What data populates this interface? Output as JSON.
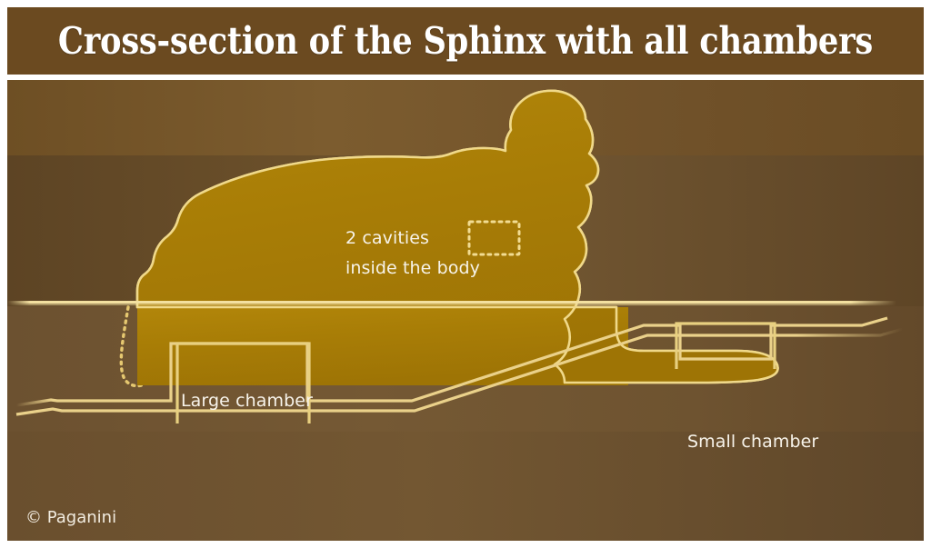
{
  "header": {
    "title": "Cross-section of the Sphinx with all chambers",
    "bar_color": "#6b4a20",
    "title_color": "#ffffff"
  },
  "scene": {
    "sky_band_color": "#7a5a2e",
    "ground_band_color": "#6b502c",
    "deep_band_color": "#6d5130",
    "body_fill": "#a87d06",
    "outline_color": "#f0d98a",
    "ground_line_color": "#f0dc96",
    "chamber_outline_color": "#e8d080"
  },
  "labels": {
    "cavities_line1": "2 cavities",
    "cavities_line2": "inside the body",
    "large_chamber": "Large chamber",
    "small_chamber": "Small chamber",
    "credit": "© Paganini"
  },
  "diagram_elements": {
    "sphinx_body": "sphinx cross-section silhouette, reclining lion body with human head facing right",
    "buried_outline": "dotted outline of buried rear portion below ground level",
    "cavity_marker": "dashed rectangle marking cavity inside the body",
    "ground_line": "horizontal ground/surface line",
    "tunnel": "sloping underground passage connecting the two chambers",
    "large_chamber_box": "rectangular chamber below and left of the sphinx",
    "small_chamber_box": "rectangular chamber below and right, near the paws"
  }
}
